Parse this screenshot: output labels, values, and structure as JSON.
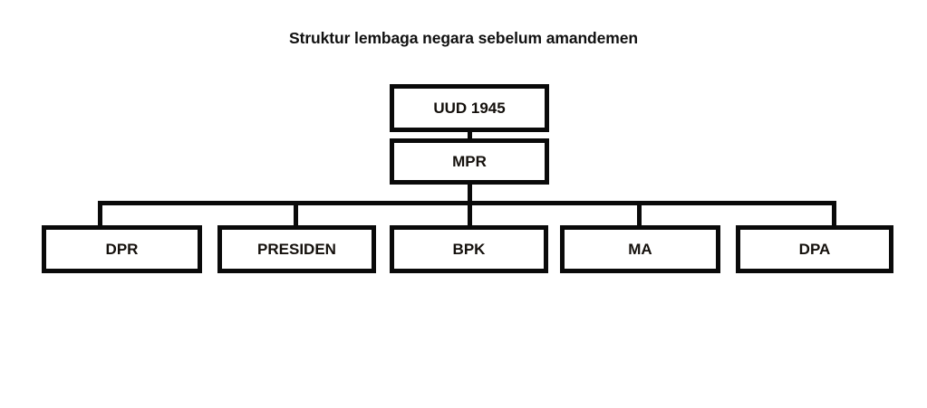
{
  "diagram": {
    "title": "Struktur lembaga negara sebelum amandemen",
    "type": "organizational-hierarchy-chart",
    "colors": {
      "background": "#ffffff",
      "line": "#0a0a0a",
      "box_fill": "#ffffff",
      "box_border": "#0a0a0a",
      "text": "#14100c"
    },
    "nodes": {
      "root": {
        "label": "UUD 1945"
      },
      "second": {
        "label": "MPR"
      },
      "children": [
        {
          "label": "DPR"
        },
        {
          "label": "PRESIDEN"
        },
        {
          "label": "BPK"
        },
        {
          "label": "MA"
        },
        {
          "label": "DPA"
        }
      ]
    }
  }
}
